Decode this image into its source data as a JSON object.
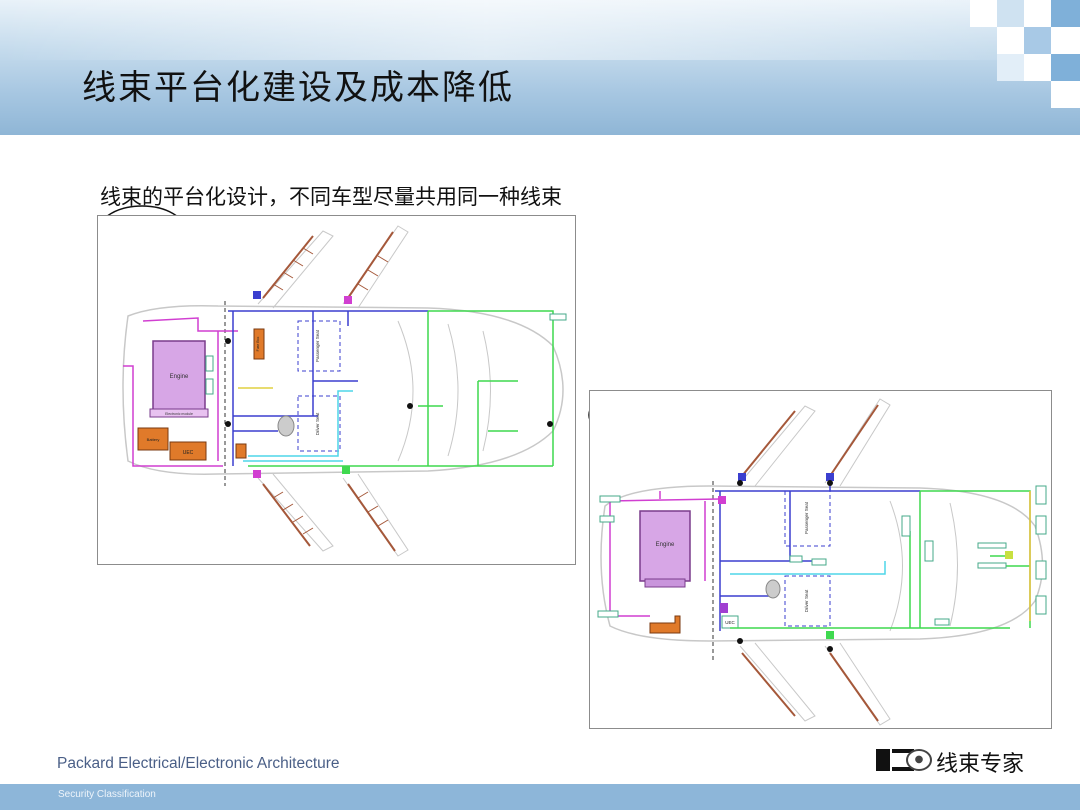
{
  "slide": {
    "title": "线束平台化建设及成本降低",
    "subtitle": "线束的平台化设计，不同车型尽量共用同一种线束"
  },
  "diagram_left": {
    "engine_label": "Engine",
    "engine_sub": "Electronic module",
    "battery_label": "Battery",
    "uec_label": "UEC",
    "fuse_label": "Fuse Box",
    "passenger_seat_label": "Passenger Seat",
    "driver_seat_label": "Driver Seat"
  },
  "diagram_right": {
    "engine_label": "Engine",
    "uec_label": "UEC",
    "passenger_seat_label": "Passenger Seat",
    "driver_seat_label": "Driver Seat"
  },
  "footer": {
    "architecture_text": "Packard Electrical/Electronic Architecture",
    "security_text": "Security Classification",
    "watermark_text": "线束专家"
  },
  "colors": {
    "header_blue": "#a6c6e1",
    "bottom_bar": "#8db6d9",
    "footer_text": "#4a5f87",
    "engine_fill": "#d7a6e6",
    "orange_module": "#e07a2a",
    "wire_green": "#3fd94f",
    "wire_blue": "#3b3fcf",
    "wire_cyan": "#4fd6e8",
    "wire_magenta": "#d13fd1",
    "wire_brown": "#a5583a"
  }
}
